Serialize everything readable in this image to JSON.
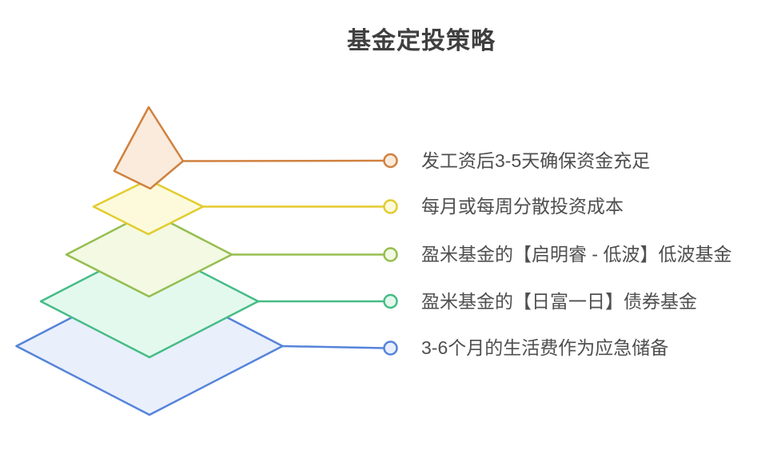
{
  "title": "基金定投策略",
  "diagram_type": "pyramid",
  "colors": {
    "background": "#FFFFFF",
    "title_text": "#3F3F3F",
    "label_text": "#4F4F4F"
  },
  "pyramid": {
    "levels": [
      {
        "rank": 1,
        "label": "发工资后3-5天确保资金充足",
        "stroke": "#D0813F",
        "fill": "#FBEBDC"
      },
      {
        "rank": 2,
        "label": "每月或每周分散投资成本",
        "stroke": "#E2CC2E",
        "fill": "#FCFADB"
      },
      {
        "rank": 3,
        "label": "盈米基金的【启明睿 - 低波】低波基金",
        "stroke": "#94BE4F",
        "fill": "#F3F9E2"
      },
      {
        "rank": 4,
        "label": "盈米基金的【日富一日】债券基金",
        "stroke": "#45BC86",
        "fill": "#E4F9EE"
      },
      {
        "rank": 5,
        "label": "3-6个月的生活费作为应急储备",
        "stroke": "#5584DA",
        "fill": "#E9EFFB"
      }
    ]
  }
}
